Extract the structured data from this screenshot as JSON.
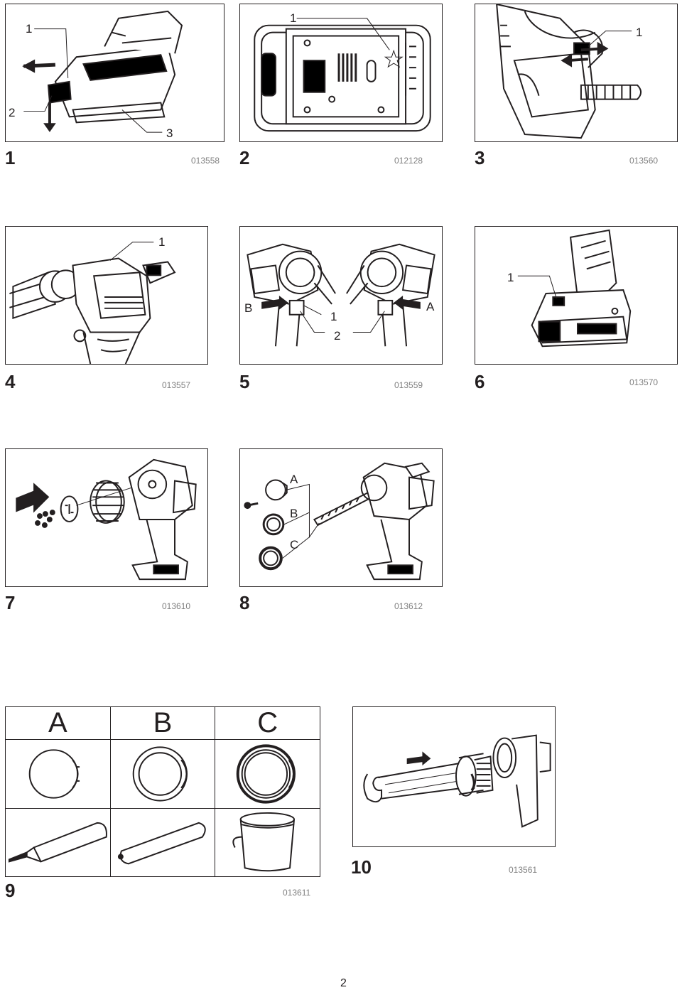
{
  "figures": [
    {
      "num": "1",
      "code": "013558",
      "callouts": [
        "1",
        "2",
        "3"
      ]
    },
    {
      "num": "2",
      "code": "012128",
      "callouts": [
        "1"
      ]
    },
    {
      "num": "3",
      "code": "013560",
      "callouts": [
        "1"
      ]
    },
    {
      "num": "4",
      "code": "013557",
      "callouts": [
        "1"
      ]
    },
    {
      "num": "5",
      "code": "013559",
      "callouts": [
        "B",
        "A",
        "1",
        "2"
      ]
    },
    {
      "num": "6",
      "code": "013570",
      "callouts": [
        "1"
      ]
    },
    {
      "num": "7",
      "code": "013610",
      "callouts": []
    },
    {
      "num": "8",
      "code": "013612",
      "callouts": [
        "A",
        "B",
        "C"
      ]
    },
    {
      "num": "9",
      "code": "013611",
      "columns": [
        "A",
        "B",
        "C"
      ]
    },
    {
      "num": "10",
      "code": "013561",
      "callouts": []
    }
  ],
  "page_number": "2"
}
